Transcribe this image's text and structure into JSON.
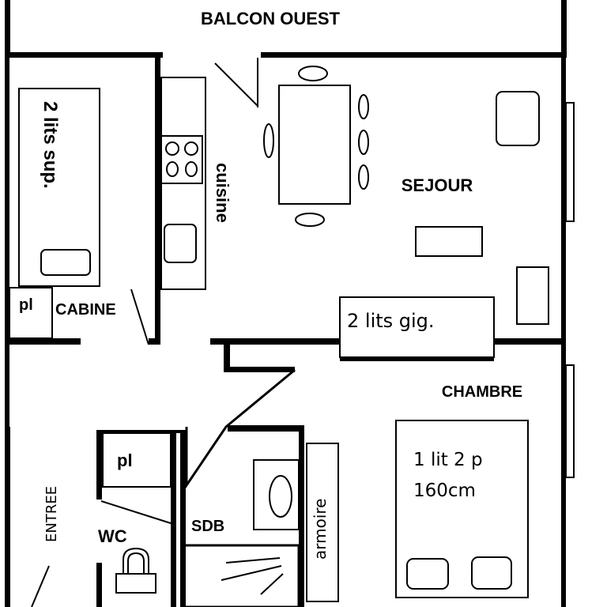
{
  "rooms": {
    "balcon": "BALCON OUEST",
    "sejour": "SEJOUR",
    "cuisine": "cuisine",
    "cabine": "CABINE",
    "chambre": "CHAMBRE",
    "entree": "ENTREE",
    "wc": "WC",
    "sdb": "SDB"
  },
  "labels": {
    "cabine_beds": "2 lits sup.",
    "cabine_closet": "pl",
    "sejour_beds": "2 lits gig.",
    "chambre_bed_line1": "1 lit 2 p",
    "chambre_bed_line2": "160cm",
    "wc_closet": "pl",
    "armoire": "armoire"
  },
  "colors": {
    "wall": "#000000",
    "background": "#ffffff"
  }
}
